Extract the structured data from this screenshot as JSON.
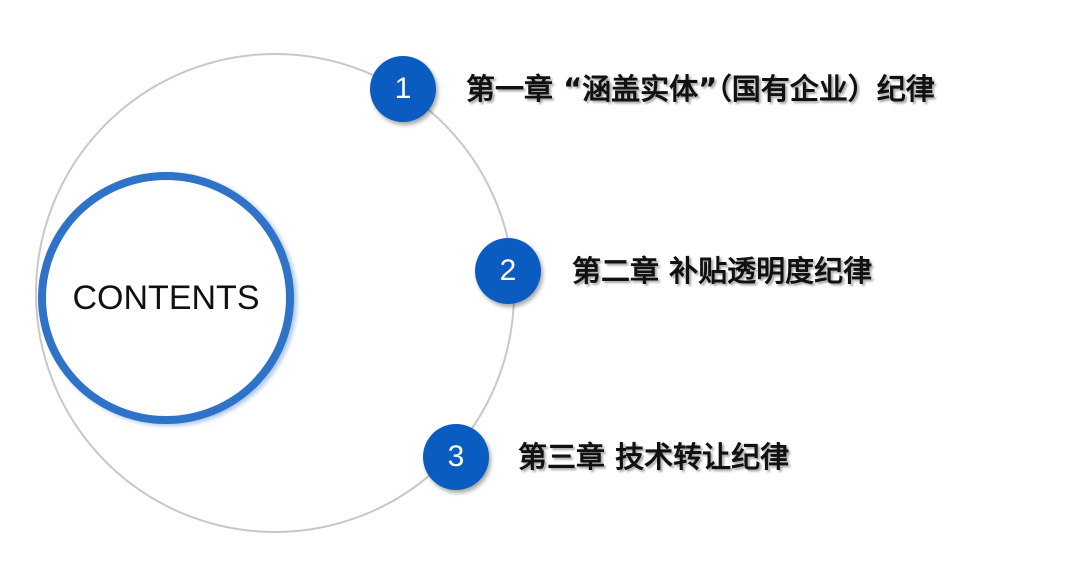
{
  "center_title": "CONTENTS",
  "items": [
    {
      "number": "1",
      "label": "第一章 “涵盖实体”（国有企业）纪律"
    },
    {
      "number": "2",
      "label": "第二章 补贴透明度纪律"
    },
    {
      "number": "3",
      "label": "第三章 技术转让纪律"
    }
  ],
  "colors": {
    "accent": "#0b5cc0",
    "ring": "#2f73c9",
    "outline": "#c8c8c8"
  }
}
